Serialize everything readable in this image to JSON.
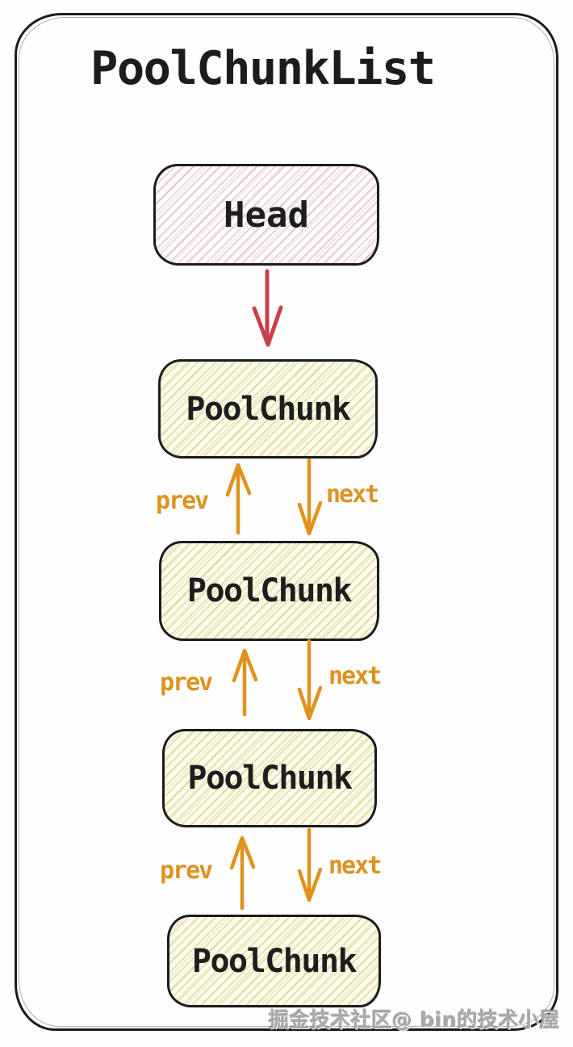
{
  "diagram": {
    "title": "PoolChunkList",
    "head_node": {
      "label": "Head"
    },
    "chunk_nodes": [
      {
        "label": "PoolChunk"
      },
      {
        "label": "PoolChunk"
      },
      {
        "label": "PoolChunk"
      },
      {
        "label": "PoolChunk"
      }
    ],
    "links": [
      {
        "prev_label": "prev",
        "next_label": "next"
      },
      {
        "prev_label": "prev",
        "next_label": "next"
      },
      {
        "prev_label": "prev",
        "next_label": "next"
      }
    ],
    "colors": {
      "outline": "#1c1c1c",
      "node_text": "#1e1e1e",
      "head_arrow_red": "#c8414a",
      "link_arrow_orange": "#e0921c",
      "link_label_orange": "#dc9322",
      "head_hatch_pink": "#cd787d",
      "chunk_hatch_yellow": "#cdc65a"
    }
  },
  "watermark": {
    "text": "掘金技术社区@ bin的技术小屋"
  }
}
